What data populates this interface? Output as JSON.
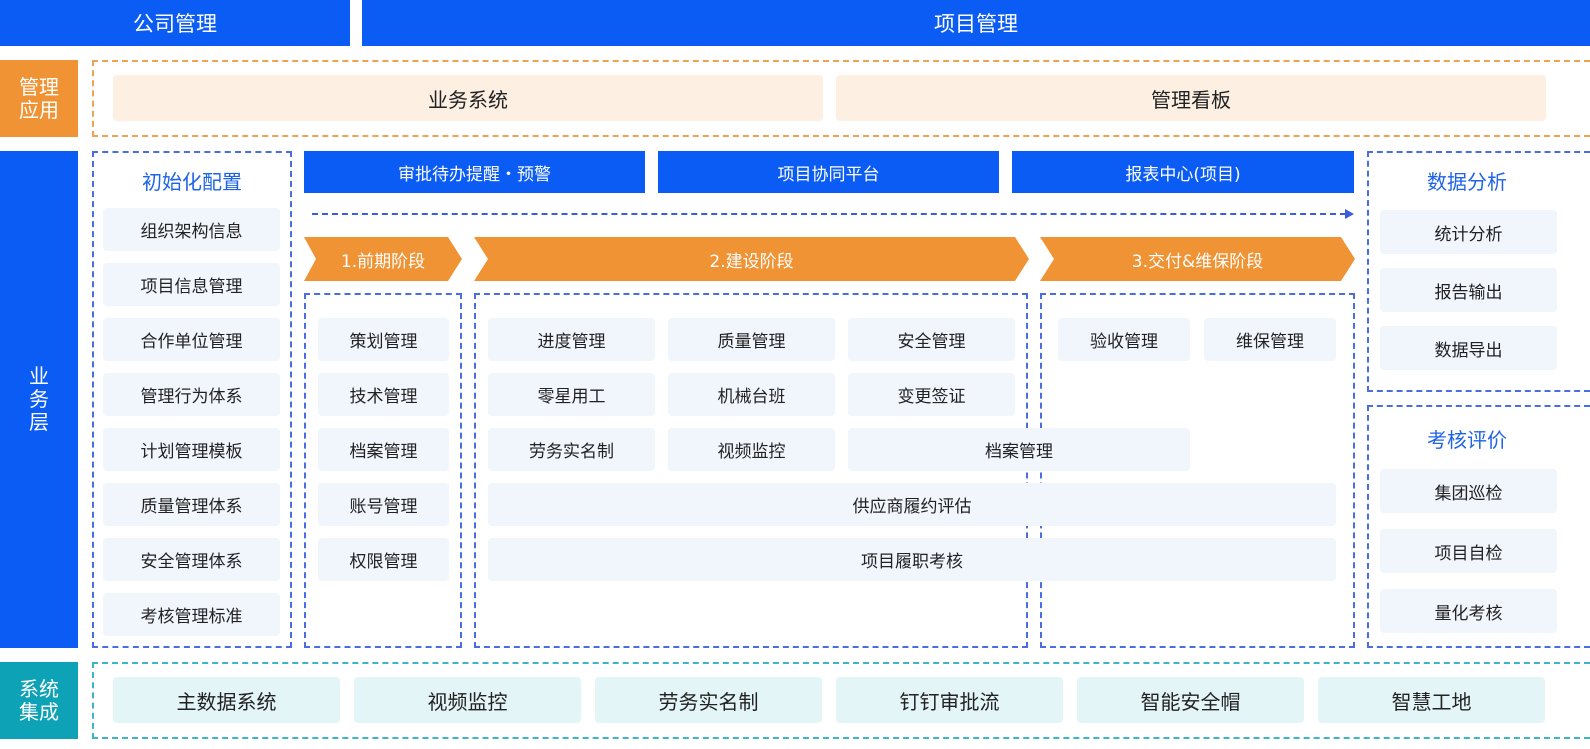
{
  "header": {
    "company": "公司管理",
    "project": "项目管理"
  },
  "management": {
    "label": [
      "管理",
      "应用"
    ],
    "items": [
      "业务系统",
      "管理看板"
    ]
  },
  "business": {
    "label": [
      "业",
      "务",
      "层"
    ],
    "init_config": {
      "title": "初始化配置",
      "items": [
        "组织架构信息",
        "项目信息管理",
        "合作单位管理",
        "管理行为体系",
        "计划管理模板",
        "质量管理体系",
        "安全管理体系",
        "考核管理标准"
      ]
    },
    "top_bars": [
      "审批待办提醒・预警",
      "项目协同平台",
      "报表中心(项目)"
    ],
    "phases": [
      "1.前期阶段",
      "2.建设阶段",
      "3.交付&维保阶段"
    ],
    "early": [
      "策划管理",
      "技术管理",
      "档案管理",
      "账号管理",
      "权限管理"
    ],
    "build": {
      "grid": [
        "进度管理",
        "质量管理",
        "安全管理",
        "零星用工",
        "机械台班",
        "变更签证",
        "劳务实名制",
        "视频监控",
        "档案管理"
      ],
      "wide": [
        "供应商履约评估",
        "项目履职考核"
      ]
    },
    "delivery": [
      "验收管理",
      "维保管理"
    ],
    "data_analysis": {
      "title": "数据分析",
      "items": [
        "统计分析",
        "报告输出",
        "数据导出"
      ]
    },
    "evaluation": {
      "title": "考核评价",
      "items": [
        "集团巡检",
        "项目自检",
        "量化考核"
      ]
    }
  },
  "integration": {
    "label": [
      "系统",
      "集成"
    ],
    "items": [
      "主数据系统",
      "视频监控",
      "劳务实名制",
      "钉钉审批流",
      "智能安全帽",
      "智慧工地"
    ]
  },
  "colors": {
    "blue": "#0a5cf5",
    "orange": "#ef9334",
    "teal": "#0ea2b7",
    "peach": "#fdf0e3",
    "light_blue": "#f1f5fc",
    "light_teal": "#e4f5f7"
  }
}
